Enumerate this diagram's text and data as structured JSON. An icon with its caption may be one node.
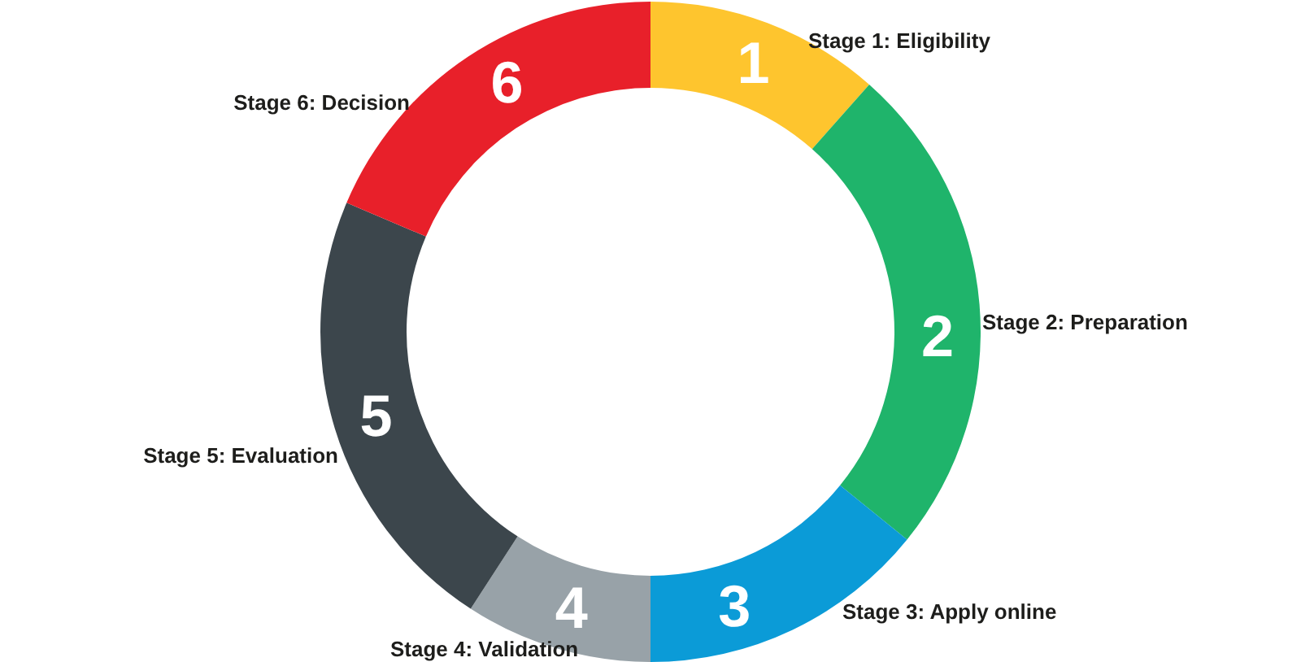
{
  "diagram": {
    "nodes": [
      {
        "text": [
          "1"
        ],
        "beside": [
          "Stage 1: Eligibility"
        ]
      },
      {
        "text": [
          "2"
        ],
        "beside": [
          "Stage 2: Preparation"
        ]
      },
      {
        "text": [
          "3"
        ],
        "beside": [
          "Stage 3: Apply online"
        ]
      },
      {
        "text": [
          "4"
        ],
        "beside": [
          "Stage 4: Validation"
        ]
      },
      {
        "text": [
          "5"
        ],
        "beside": [
          "Stage 5: Evaluation"
        ]
      },
      {
        "text": [
          "6"
        ],
        "beside": [
          "Stage 6: Decision"
        ]
      }
    ]
  }
}
